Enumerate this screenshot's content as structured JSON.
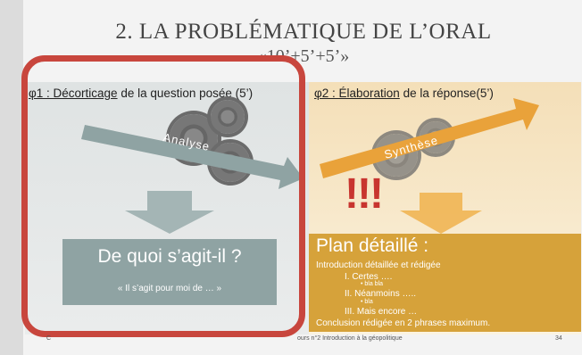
{
  "slide": {
    "title": "2. LA PROBLÉMATIQUE DE L’ORAL",
    "subtitle": "«10’+5’+5’»"
  },
  "phase1": {
    "label_prefix": "φ1 : ",
    "label_keyword": "Décorticage",
    "label_rest": " de la question posée (5’)"
  },
  "phase2": {
    "label_prefix": "φ2 : ",
    "label_keyword": "Élaboration",
    "label_rest": " de la réponse(5’)"
  },
  "arrows": {
    "analyse": "Analyse",
    "synthese": "Synthèse"
  },
  "warning": "!!!",
  "left_box": {
    "heading": "De quoi s’agit-il ?",
    "quote": "« Il s’agit pour moi de … »"
  },
  "plan": {
    "title": "Plan détaillé :",
    "lines": [
      "Introduction  détaillée et rédigée",
      "I.      Certes ….",
      "•       bla bla",
      "II.     Néanmoins …..",
      "•       bla",
      "III.    Mais encore …",
      "Conclusion  rédigée en 2 phrases maximum."
    ]
  },
  "footer": {
    "left": "C",
    "middle": "ours n°2  Introduction à la géopolitique",
    "page": "34"
  },
  "colors": {
    "frame": "#c8463d",
    "plan_box": "#d6a23a",
    "left_box": "#8fa3a3",
    "arrow_grey": "#8fa3a3",
    "arrow_orange": "#e9a23a"
  }
}
